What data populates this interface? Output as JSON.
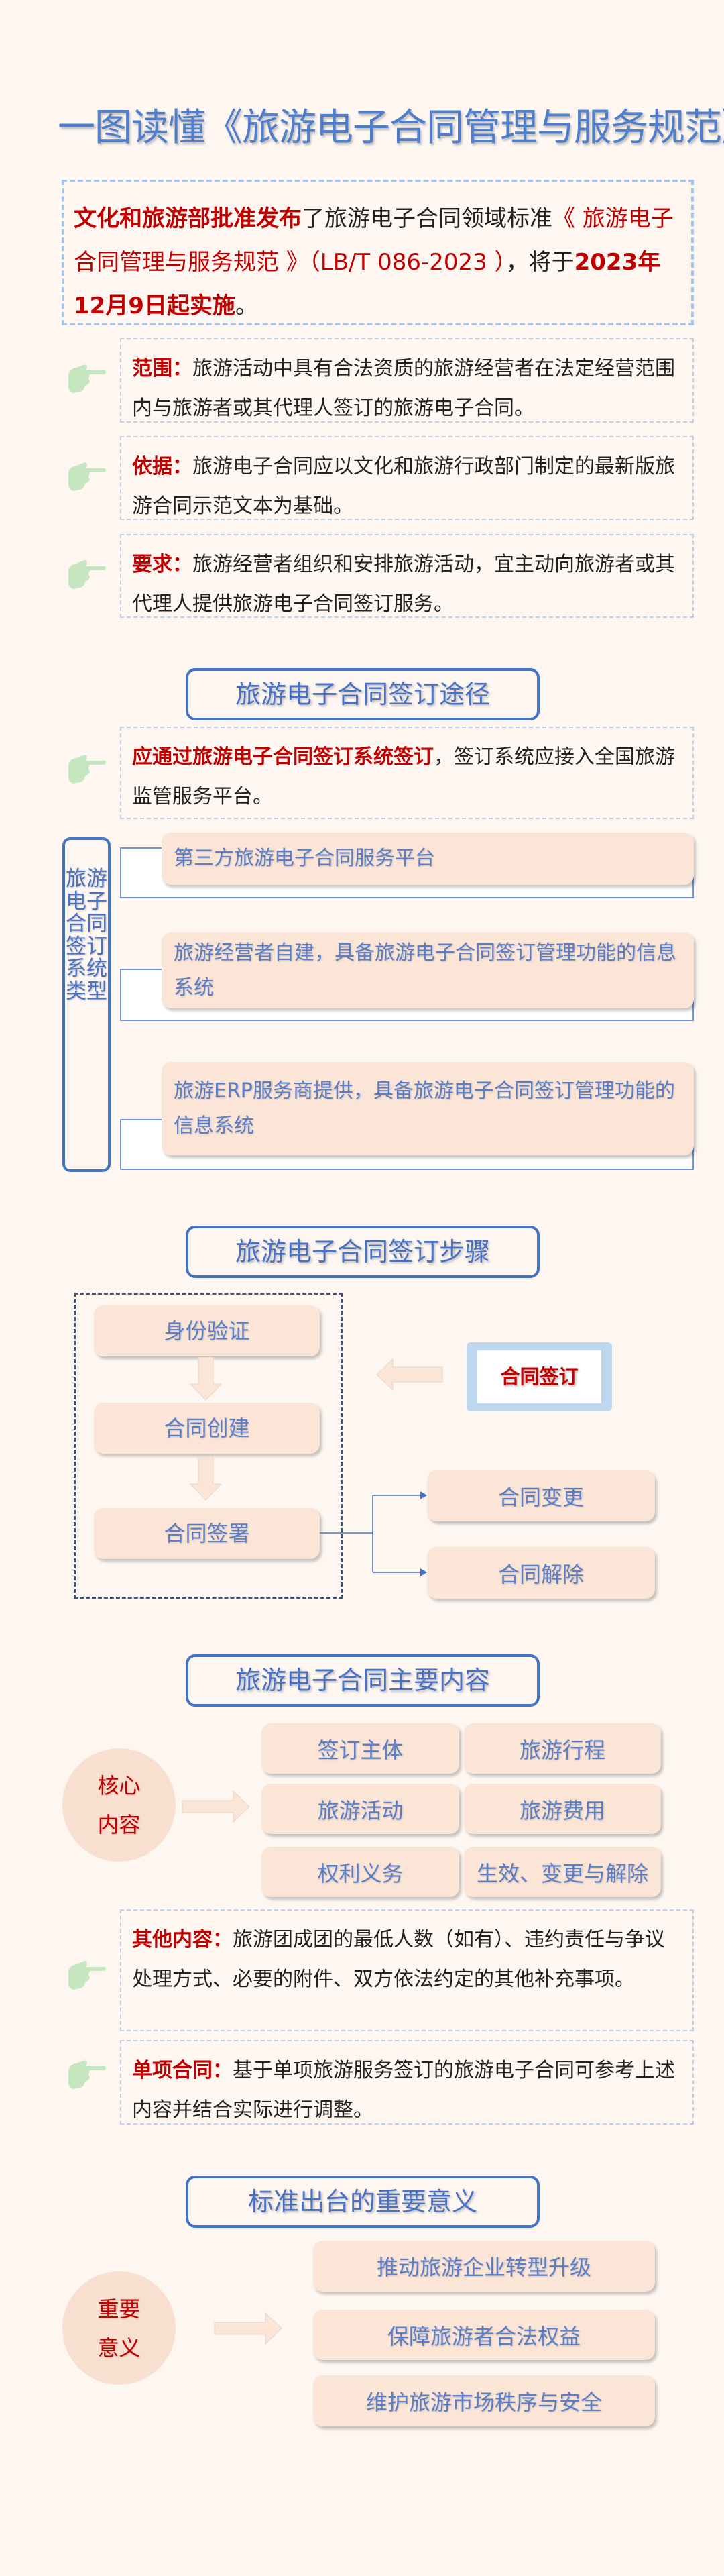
{
  "title": "一图读懂《旅游电子合同管理与服务规范》",
  "intro": {
    "red1": "文化和旅游部批准发布",
    "plain1": "了旅游电子合同领域标准",
    "red2": "《 旅游电子合同管理与服务规范 》（LB/T 086-2023 ）",
    "plain2": "，将于",
    "red3": "2023年12月9日起实施",
    "plain3": "。"
  },
  "notes": [
    {
      "label": "范围：",
      "text": "旅游活动中具有合法资质的旅游经营者在法定经营范围内与旅游者或其代理人签订的旅游电子合同。"
    },
    {
      "label": "依据：",
      "text": "旅游电子合同应以文化和旅游行政部门制定的最新版旅游合同示范文本为基础。"
    },
    {
      "label": "要求：",
      "text": "旅游经营者组织和安排旅游活动，宜主动向旅游者或其代理人提供旅游电子合同签订服务。"
    }
  ],
  "section1": {
    "heading": "旅游电子合同签订途径",
    "note_red": "应通过旅游电子合同签订系统签订",
    "note_text": "，签订系统应接入全国旅游监管服务平台。",
    "type_label": "旅游电子合同签订系统类型",
    "types": [
      "第三方旅游电子合同服务平台",
      "旅游经营者自建，具备旅游电子合同签订管理功能的信息系统",
      "旅游ERP服务商提供，具备旅游电子合同签订管理功能的信息系统"
    ]
  },
  "section2": {
    "heading": "旅游电子合同签订步骤",
    "steps": [
      "身份验证",
      "合同创建",
      "合同签署"
    ],
    "tablet_label": "合同签订",
    "branches": [
      "合同变更",
      "合同解除"
    ]
  },
  "section3": {
    "heading": "旅游电子合同主要内容",
    "circle_line1": "核心",
    "circle_line2": "内容",
    "items": [
      "签订主体",
      "旅游行程",
      "旅游活动",
      "旅游费用",
      "权利义务",
      "生效、变更与解除"
    ],
    "other_label": "其他内容：",
    "other_text": "旅游团成团的最低人数（如有）、违约责任与争议处理方式、必要的附件、双方依法约定的其他补充事项。",
    "single_label": "单项合同：",
    "single_text": "基于单项旅游服务签订的旅游电子合同可参考上述内容并结合实际进行调整。"
  },
  "section4": {
    "heading": "标准出台的重要意义",
    "circle_line1": "重要",
    "circle_line2": "意义",
    "items": [
      "推动旅游企业转型升级",
      "保障旅游者合法权益",
      "维护旅游市场秩序与安全"
    ]
  },
  "colors": {
    "accent_blue": "#4472c4",
    "red": "#c00000",
    "peach": "#fbe5d7",
    "hand_green": "#c6e6c0"
  }
}
